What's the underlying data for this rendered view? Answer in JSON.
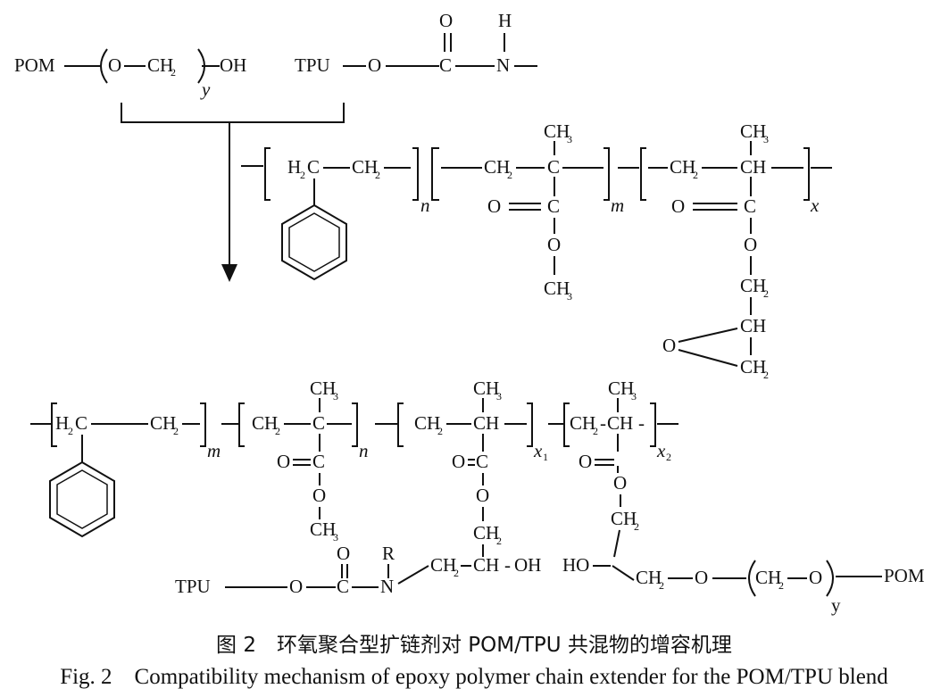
{
  "figure": {
    "caption_cn": "图 2　环氧聚合型扩链剂对 POM/TPU 共混物的增容机理",
    "caption_en": "Fig. 2　Compatibility mechanism of epoxy polymer chain extender for the POM/TPU blend"
  },
  "labels": {
    "POM": "POM",
    "TPU": "TPU",
    "O": "O",
    "H": "H",
    "C": "C",
    "N": "N",
    "R": "R",
    "OH": "OH",
    "HO": "HO",
    "CH": "CH",
    "CH2": "CH",
    "H2": "H",
    "CH3": "CH",
    "sub2": "2",
    "sub3": "3",
    "y_italic": "y",
    "y_plain": "y",
    "n": "n",
    "m": "m",
    "x": "x",
    "x1": "x",
    "x2": "x",
    "sub1": "1"
  }
}
